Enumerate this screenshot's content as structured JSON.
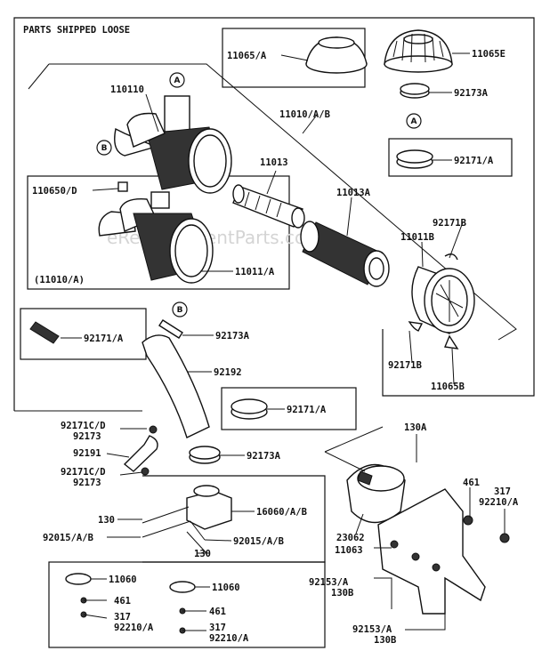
{
  "header": "PARTS SHIPPED LOOSE",
  "watermark": "eReplacementParts.com",
  "callouts": {
    "a": "A",
    "b": "B"
  },
  "labels": {
    "p11065a": "11065/A",
    "p11065e": "11065E",
    "p92173a_top": "92173A",
    "p92171a_top": "92171/A",
    "p110110": "110110",
    "p11010ab": "11010/A/B",
    "p11013": "11013",
    "p11013a": "11013A",
    "p110650d": "110650/D",
    "p92171b_top": "92171B",
    "p11011b": "11011B",
    "p11011a": "11011/A",
    "p11010a": "(11010/A)",
    "p92171a_hose": "92171/A",
    "p92173a_hose": "92173A",
    "p92192": "92192",
    "p92171b_bot": "92171B",
    "p11065b": "11065B",
    "p92171a_mid": "92171/A",
    "p92171cd_1": "92171C/D",
    "p92173_1": "92173",
    "p92191": "92191",
    "p92171cd_2": "92171C/D",
    "p92173_2": "92173",
    "p92173a_mid": "92173A",
    "p130a": "130A",
    "p130_left": "130",
    "p16060": "16060/A/B",
    "p92015_left": "92015/A/B",
    "p92015_right": "92015/A/B",
    "p130_bot": "130",
    "p461_right": "461",
    "p317_right": "317",
    "p92210_right": "92210/A",
    "p23062": "23062",
    "p11063": "11063",
    "p92153_1": "92153/A",
    "p130b_1": "130B",
    "p92153_2": "92153/A",
    "p130b_2": "130B",
    "p11060_left": "11060",
    "p461_left": "461",
    "p317_left": "317",
    "p92210_left": "92210/A",
    "p11060_right": "11060",
    "p461_mid": "461",
    "p317_mid": "317",
    "p92210_mid": "92210/A"
  }
}
